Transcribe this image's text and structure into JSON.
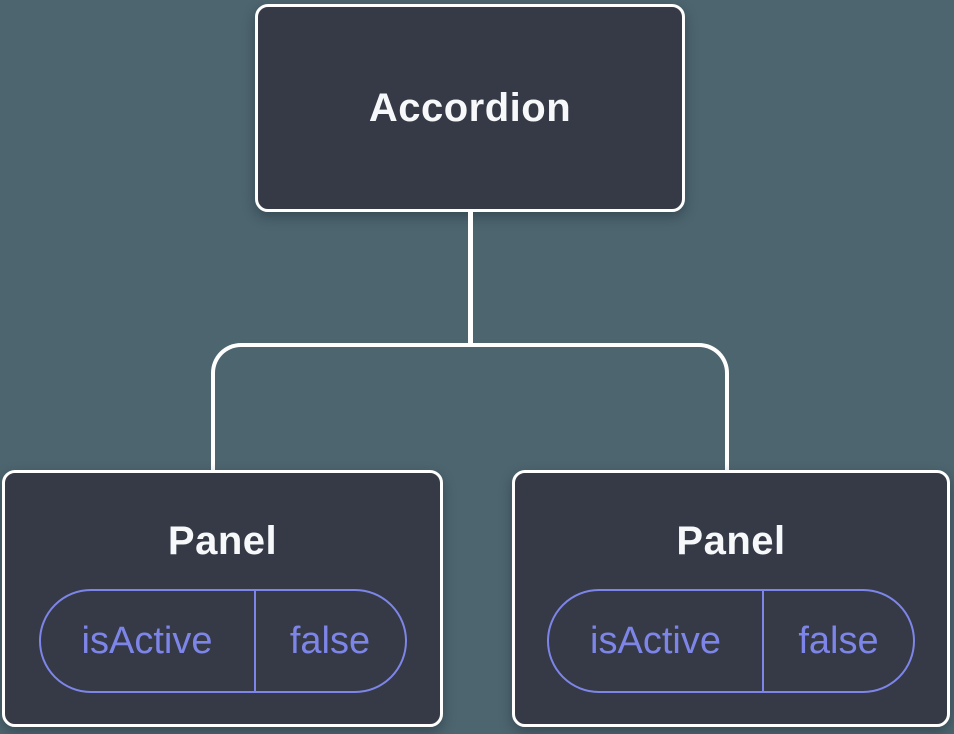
{
  "diagram": {
    "root": {
      "label": "Accordion"
    },
    "panels": [
      {
        "title": "Panel",
        "state": {
          "key": "isActive",
          "value": "false"
        }
      },
      {
        "title": "Panel",
        "state": {
          "key": "isActive",
          "value": "false"
        }
      }
    ]
  },
  "colors": {
    "background": "#4d656f",
    "node_fill": "#353a46",
    "node_border": "#ffffff",
    "title_text": "#f7f8fa",
    "state_accent": "#7e85e8",
    "connector": "#ffffff"
  }
}
